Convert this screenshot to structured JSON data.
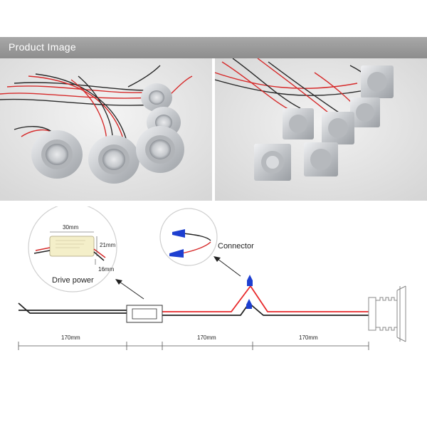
{
  "header": {
    "title": "Product Image"
  },
  "drive_callout": {
    "width_label": "30mm",
    "height_label": "21mm",
    "depth_label": "16mm",
    "caption": "Drive power"
  },
  "connector_callout": {
    "caption": "Connector"
  },
  "dimensions": {
    "seg1": "170mm",
    "seg2": "170mm",
    "seg3": "170mm"
  },
  "colors": {
    "header_bar": "#999999",
    "wire_red": "#e8282a",
    "wire_black": "#222222",
    "connector_blue": "#1d3fd0",
    "aluminum": "#c9cbce"
  }
}
